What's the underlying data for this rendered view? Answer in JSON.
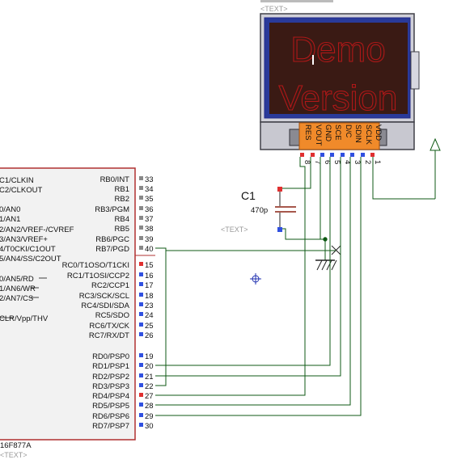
{
  "lcd": {
    "header_text": "<TEXT>",
    "demo_line1": "Demo",
    "demo_line2": "Version",
    "pins": [
      {
        "label": "RES",
        "num": "8",
        "color": "#e03030"
      },
      {
        "label": "VOUT",
        "num": "7",
        "color": "#e03030"
      },
      {
        "label": "GND",
        "num": "6",
        "color": "#3050e0"
      },
      {
        "label": "SCE",
        "num": "5",
        "color": "#3050e0"
      },
      {
        "label": "D/C",
        "num": "4",
        "color": "#3050e0"
      },
      {
        "label": "SDIN",
        "num": "3",
        "color": "#3050e0"
      },
      {
        "label": "SCLK",
        "num": "2",
        "color": "#3050e0"
      },
      {
        "label": "VDD",
        "num": "1",
        "color": "#e03030"
      }
    ]
  },
  "capacitor": {
    "ref": "C1",
    "value": "470p",
    "text_placeholder": "<TEXT>"
  },
  "mcu": {
    "part": "16F877A",
    "text_placeholder": "<TEXT>",
    "left_pins": [
      "C1/CLKIN",
      "C2/CLKOUT",
      "",
      "0/AN0",
      "1/AN1",
      "2/AN2/VREF-/CVREF",
      "3/AN3/VREF+",
      "4/T0CKI/C1OUT",
      "5/AN4/SS/C2OUT",
      "",
      "0/AN5/RD",
      "1/AN6/WR",
      "2/AN7/CS",
      "",
      "CLR/Vpp/THV"
    ],
    "right_pins": [
      {
        "label": "RB0/INT",
        "num": "33"
      },
      {
        "label": "RB1",
        "num": "34"
      },
      {
        "label": "RB2",
        "num": "35"
      },
      {
        "label": "RB3/PGM",
        "num": "36"
      },
      {
        "label": "RB4",
        "num": "37"
      },
      {
        "label": "RB5",
        "num": "38"
      },
      {
        "label": "RB6/PGC",
        "num": "39"
      },
      {
        "label": "RB7/PGD",
        "num": "40"
      },
      {
        "label": "RC0/T1OSO/T1CKI",
        "num": "15"
      },
      {
        "label": "RC1/T1OSI/CCP2",
        "num": "16"
      },
      {
        "label": "RC2/CCP1",
        "num": "17"
      },
      {
        "label": "RC3/SCK/SCL",
        "num": "18"
      },
      {
        "label": "RC4/SDI/SDA",
        "num": "23"
      },
      {
        "label": "RC5/SDO",
        "num": "24"
      },
      {
        "label": "RC6/TX/CK",
        "num": "25"
      },
      {
        "label": "RC7/RX/DT",
        "num": "26"
      },
      {
        "label": "RD0/PSP0",
        "num": "19"
      },
      {
        "label": "RD1/PSP1",
        "num": "20"
      },
      {
        "label": "RD2/PSP2",
        "num": "21"
      },
      {
        "label": "RD3/PSP3",
        "num": "22"
      },
      {
        "label": "RD4/PSP4",
        "num": "27"
      },
      {
        "label": "RD5/PSP5",
        "num": "28"
      },
      {
        "label": "RD6/PSP6",
        "num": "29"
      },
      {
        "label": "RD7/PSP7",
        "num": "30"
      }
    ]
  },
  "colors": {
    "wire": "#0f5a14",
    "pin_red": "#e03030",
    "pin_blue": "#3050e0",
    "pin_gray": "#888888",
    "lcd_bg": "#3a1a14",
    "demo_text": "#b01818",
    "pin_header": "#f08a2a",
    "chip_border": "#b03030",
    "chip_fill": "#f2f2f2"
  }
}
